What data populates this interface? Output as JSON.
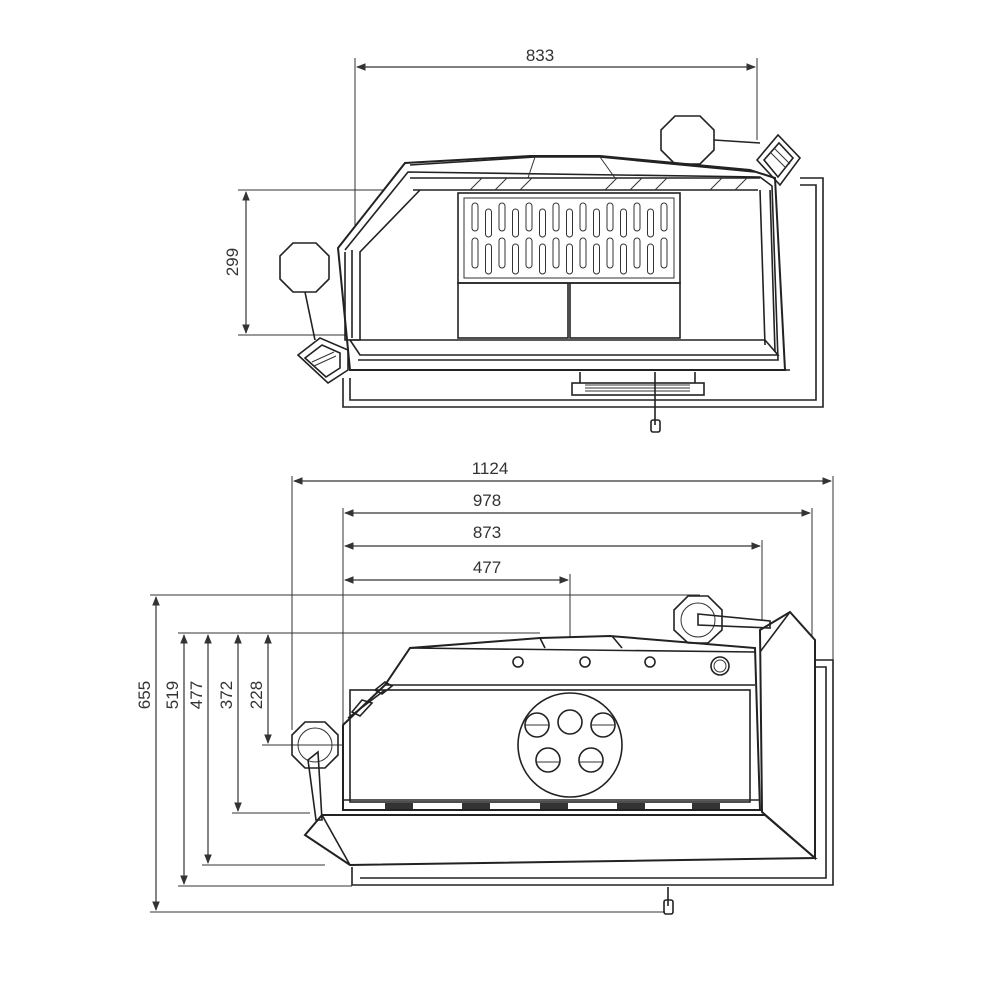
{
  "dimensions": {
    "top_width": "833",
    "top_depth": "299",
    "front_total_width": "1124",
    "front_width_978": "978",
    "front_width_873": "873",
    "front_width_477": "477",
    "height_655": "655",
    "height_519": "519",
    "height_477": "477",
    "height_372": "372",
    "height_228": "228"
  },
  "colors": {
    "line": "#222222",
    "dimension": "#333333",
    "background": "#ffffff"
  }
}
